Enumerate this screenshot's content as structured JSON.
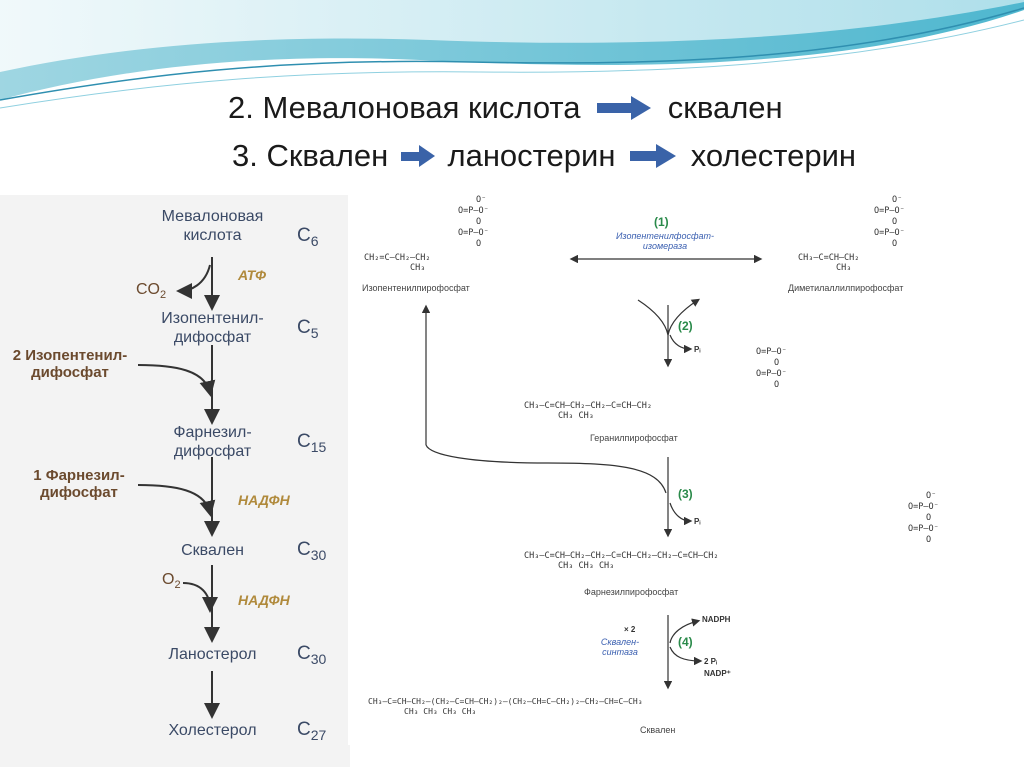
{
  "header": {
    "line1": {
      "left": "2. Мевалоновая кислота",
      "right": "сквален"
    },
    "line2": {
      "left": "3. Сквален",
      "mid": "ланостерин",
      "right": "холестерин"
    }
  },
  "left_scheme": {
    "compounds": [
      {
        "name": "Мевалоновая\nкислота",
        "carbons": "C",
        "sub": "6"
      },
      {
        "name": "Изопентенил-\nдифосфат",
        "carbons": "C",
        "sub": "5"
      },
      {
        "name": "Фарнезил-\nдифосфат",
        "carbons": "C",
        "sub": "15"
      },
      {
        "name": "Сквален",
        "carbons": "C",
        "sub": "30"
      },
      {
        "name": "Ланостерол",
        "carbons": "C",
        "sub": "30"
      },
      {
        "name": "Холестерол",
        "carbons": "C",
        "sub": "27"
      }
    ],
    "side": {
      "co2": "CO",
      "co2_sub": "2",
      "ipp2": "2 Изопентенил-\nдифосфат",
      "fpp1": "1 Фарнезил-\nдифосфат",
      "o2": "O",
      "o2_sub": "2"
    },
    "cofactors": {
      "atp": "АТФ",
      "nadph1": "НАДФН",
      "nadph2": "НАДФН"
    }
  },
  "right_scheme": {
    "steps": [
      "(1)",
      "(2)",
      "(3)",
      "(4)"
    ],
    "enzyme1": "Изопентенилфосфат-\nизомераза",
    "enzyme4": "Сквален-\nсинтаза",
    "names": {
      "ipp": "Изопентенилпирофосфат",
      "dmapp": "Диметилаллилпирофосфат",
      "gpp": "Геранилпирофосфат",
      "fpp": "Фарнезилпирофосфат",
      "squalene": "Сквален"
    },
    "labels": {
      "pi": "Pᵢ",
      "nadph": "NADPH",
      "two_pi": "2 Pᵢ",
      "nadp": "NADP⁺",
      "x2": "× 2"
    },
    "phosphate": {
      "o_minus": "O⁻",
      "po": "O=P—O⁻",
      "o": "O"
    },
    "formulas": {
      "ipp": "CH₂=C—CH₂—CH₂",
      "ipp_sub": "CH₃",
      "dmapp": "CH₃—C=CH—CH₂",
      "dmapp_sub": "CH₃",
      "gpp": "CH₃—C=CH—CH₂—CH₂—C=CH—CH₂",
      "gpp_sub": "CH₃                    CH₃",
      "fpp": "CH₃—C=CH—CH₂—CH₂—C=CH—CH₂—CH₂—C=CH—CH₂",
      "fpp_sub": "CH₃                    CH₃                    CH₃",
      "squalene": "CH₃—C=CH—CH₂—(CH₂—C=CH—CH₂)₂—(CH₂—CH=C—CH₂)₂—CH₂—CH=C—CH₃",
      "squalene_sub": "CH₃                 CH₃                             CH₃                      CH₃"
    }
  },
  "colors": {
    "arrow_blue": "#3a63a8",
    "wave_teal": "#5bbfd2",
    "step_green": "#2a8a4a"
  }
}
